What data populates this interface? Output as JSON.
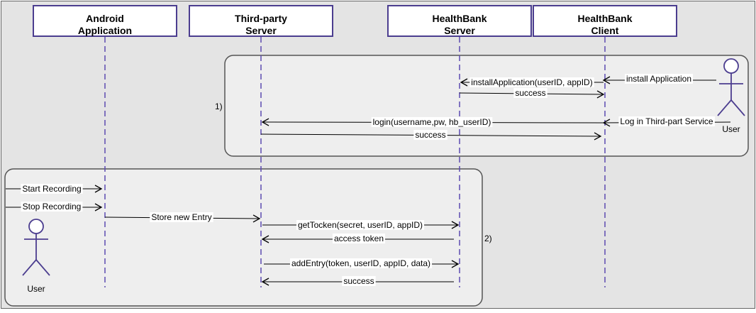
{
  "participants": {
    "android": {
      "line1": "Android",
      "line2": "Application"
    },
    "thirdparty": {
      "line1": "Third-party",
      "line2": "Server"
    },
    "hbserver": {
      "line1": "HealthBank",
      "line2": "Server"
    },
    "hbclient": {
      "line1": "HealthBank",
      "line2": "Client"
    }
  },
  "actors": {
    "top_user": "User",
    "bottom_user": "User"
  },
  "groups": {
    "group1": "1)",
    "group2": "2)"
  },
  "messages": {
    "install_application": "install Application",
    "install_application_call": "installApplication(userID, appID)",
    "success_1": "success",
    "log_in_service": "Log in Third-part Service",
    "login_call": "login(username,pw, hb_userID)",
    "success_2": "success",
    "start_recording": "Start Recording",
    "stop_recording": "Stop Recording",
    "store_new_entry": "Store new Entry",
    "get_token": "getTocken(secret, userID, appID)",
    "access_token": "access token",
    "add_entry": "addEntry(token, userID, appID, data)",
    "success_3": "success"
  },
  "colors": {
    "background": "#e4e4e4",
    "participant_border": "#4b3d8f",
    "lifeline": "#5c4ab0",
    "actor": "#4b3d8f",
    "group_border": "#555555",
    "group_fill": "#eeeeee"
  }
}
